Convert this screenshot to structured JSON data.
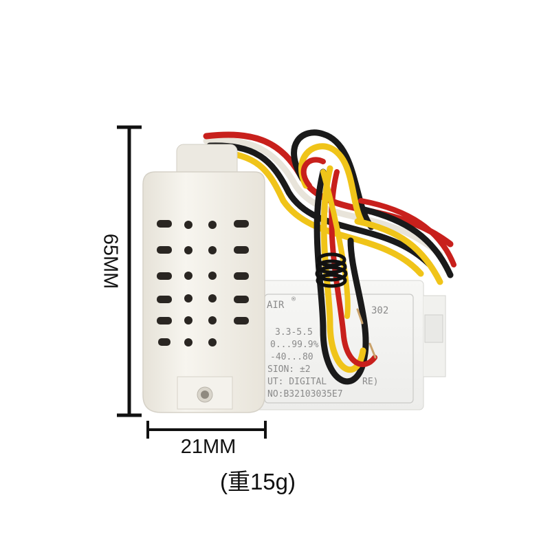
{
  "dimensions": {
    "height_label": "65MM",
    "width_label": "21MM",
    "weight_label": "(重15g)"
  },
  "label": {
    "brand": "AIR",
    "registered": "®",
    "model": "302",
    "line_voltage": "3.3-5.5",
    "line_humidity": "0...99.9%",
    "line_temperature": "-40...80",
    "line_precision": "SION: ±2",
    "line_output": "UT: DIGITAL",
    "line_output_tail": "RE)",
    "line_serial": "NO:B32103035E7"
  },
  "colors": {
    "housing": "#f3f0e8",
    "wire_red": "#c8201c",
    "wire_black": "#1a1a1a",
    "wire_yellow": "#f0c419",
    "wire_white": "#e8e4da"
  }
}
